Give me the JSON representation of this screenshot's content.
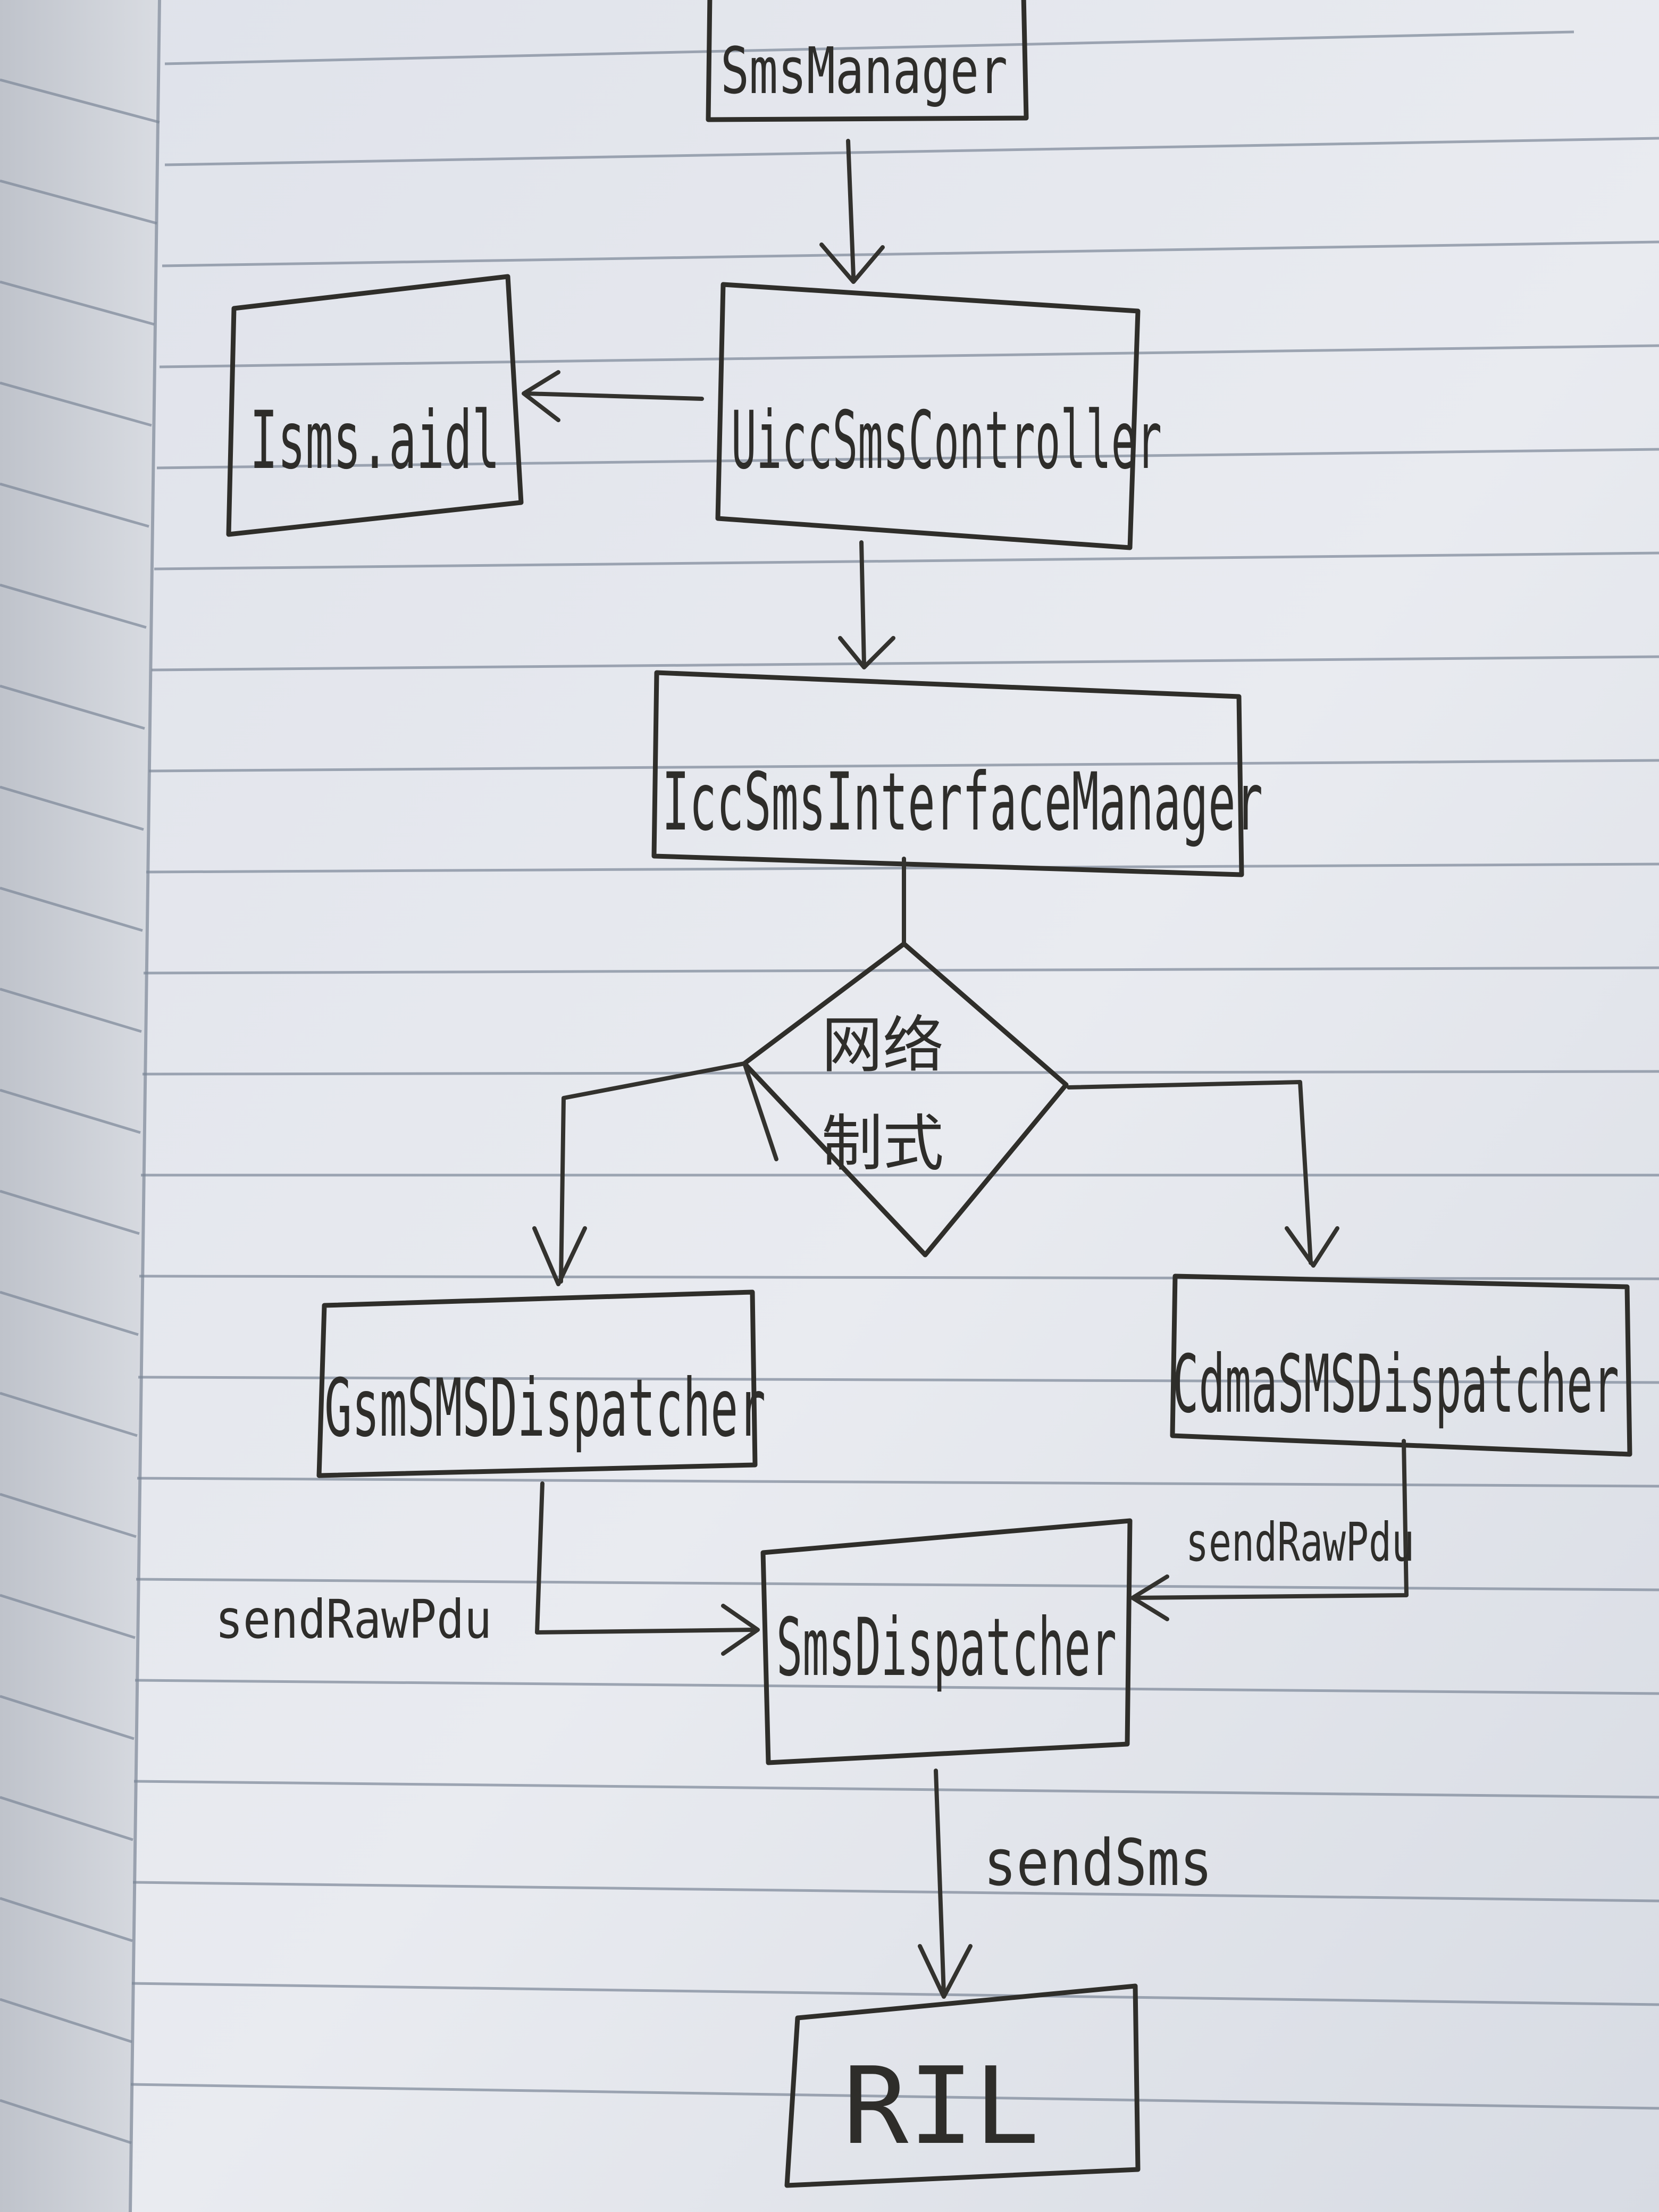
{
  "diagram": {
    "nodes": {
      "sms_manager": "SmsManager",
      "uicc_controller": "UiccSmsController",
      "isms_aidl": "Isms.aidl",
      "icc_interface_manager": "IccSmsInterfaceManager",
      "decision": [
        "网络",
        "制式"
      ],
      "gsm_dispatcher": "GsmSMSDispatcher",
      "cdma_dispatcher": "CdmaSMSDispatcher",
      "sms_dispatcher": "SmsDispatcher",
      "ril": "RIL"
    },
    "edges": {
      "gsm_to_sms": "sendRawPdu",
      "cdma_to_sms": "sendRawPdu",
      "sms_to_ril": "sendSms"
    }
  },
  "colors": {
    "paper": "#e6e8ee",
    "ink": "#2f2e2a",
    "rule": "#7c8798"
  }
}
